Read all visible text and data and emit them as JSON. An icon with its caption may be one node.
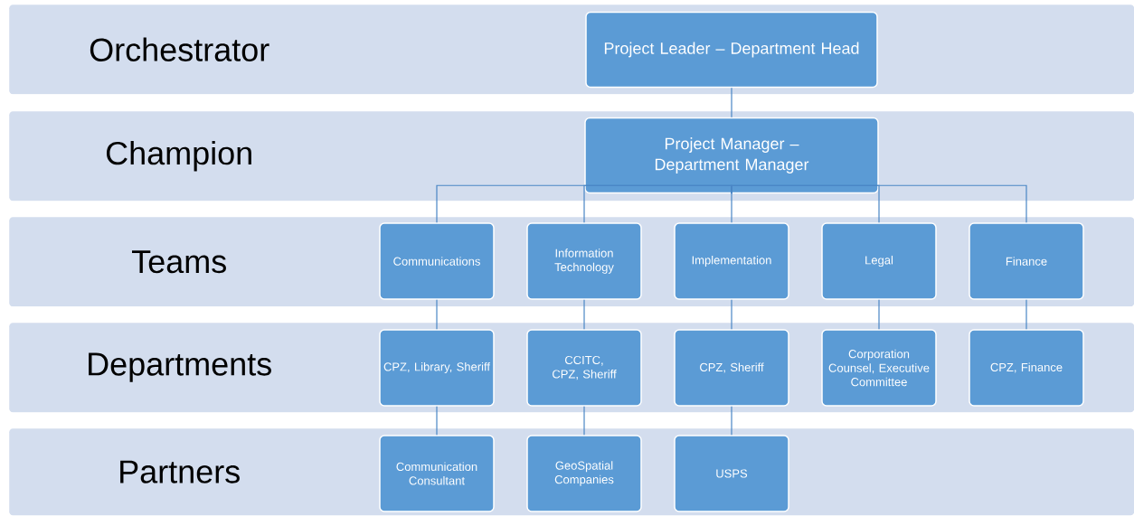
{
  "diagram": {
    "nodes": [
      {
        "text": [
          "Orchestrator"
        ]
      },
      {
        "text": [
          "Project Leader – Department Head"
        ],
        "in": 0
      },
      {
        "text": [
          "Champion"
        ]
      },
      {
        "text": [
          "Project Manager – Department Manager"
        ],
        "in": 2
      },
      {
        "text": [
          "Teams"
        ]
      },
      {
        "text": [
          "Communications"
        ],
        "in": 4
      },
      {
        "text": [
          "Information Technology"
        ],
        "in": 4
      },
      {
        "text": [
          "Implementation"
        ],
        "in": 4
      },
      {
        "text": [
          "Legal"
        ],
        "in": 4
      },
      {
        "text": [
          "Finance"
        ],
        "in": 4
      },
      {
        "text": [
          "Departments"
        ]
      },
      {
        "text": [
          "CPZ, Library, Sheriff"
        ],
        "in": 10
      },
      {
        "text": [
          "CCITC, CPZ, Sheriff"
        ],
        "in": 10
      },
      {
        "text": [
          "CPZ, Sheriff"
        ],
        "in": 10
      },
      {
        "text": [
          "Corporation Counsel, Executive Committee"
        ],
        "in": 10
      },
      {
        "text": [
          "CPZ, Finance"
        ],
        "in": 10
      },
      {
        "text": [
          "Partners"
        ]
      },
      {
        "text": [
          "Communication Consultant"
        ],
        "in": 16
      },
      {
        "text": [
          "GeoSpatial Companies"
        ],
        "in": 16
      },
      {
        "text": [
          "USPS"
        ],
        "in": 16
      }
    ],
    "edges": [
      {
        "from": 1,
        "to": 3,
        "arrow": "none"
      },
      {
        "from": 3,
        "to": 5,
        "arrow": "none"
      },
      {
        "from": 3,
        "to": 6,
        "arrow": "none"
      },
      {
        "from": 3,
        "to": 7,
        "arrow": "none"
      },
      {
        "from": 3,
        "to": 8,
        "arrow": "none"
      },
      {
        "from": 3,
        "to": 9,
        "arrow": "none"
      },
      {
        "from": 5,
        "to": 11,
        "arrow": "none"
      },
      {
        "from": 6,
        "to": 12,
        "arrow": "none"
      },
      {
        "from": 7,
        "to": 13,
        "arrow": "none"
      },
      {
        "from": 8,
        "to": 14,
        "arrow": "none"
      },
      {
        "from": 9,
        "to": 15,
        "arrow": "none"
      },
      {
        "from": 11,
        "to": 17,
        "arrow": "none"
      },
      {
        "from": 12,
        "to": 18,
        "arrow": "none"
      },
      {
        "from": 13,
        "to": 19,
        "arrow": "none"
      }
    ]
  }
}
